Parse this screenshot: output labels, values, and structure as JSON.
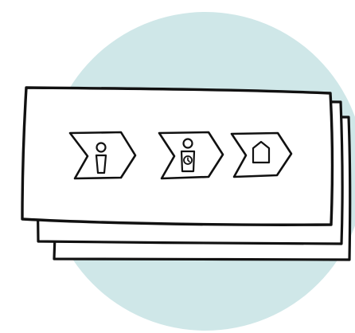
{
  "illustration": {
    "colors": {
      "background": "#ffffff",
      "circle": "#cfe7e8",
      "card_fill": "#ffffff",
      "ink": "#111111"
    },
    "cards": [
      "back-card",
      "middle-card",
      "front-card"
    ],
    "steps": [
      {
        "shape": "chevron",
        "icon": "person-icon"
      },
      {
        "shape": "chevron",
        "icon": "person-with-clock-icon"
      },
      {
        "shape": "chevron",
        "icon": "house-icon"
      }
    ]
  }
}
